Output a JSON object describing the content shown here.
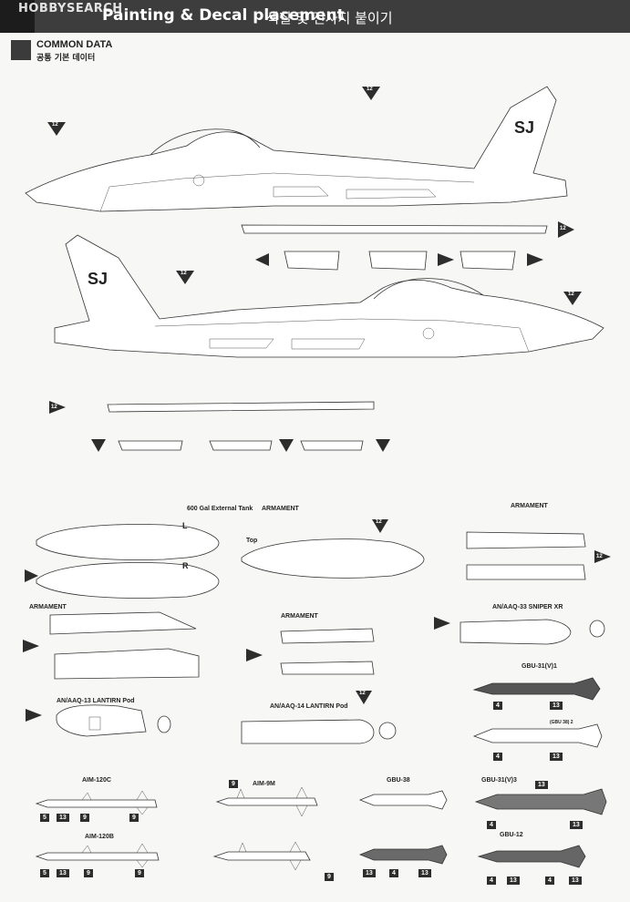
{
  "header": {
    "watermark": "HOBBYSEARCH",
    "title": "Painting & Decal placement",
    "title_korean": "색칠 및 전사지 붙이기"
  },
  "section": {
    "title": "COMMON DATA",
    "subtitle_korean": "공통 기본 데이터"
  },
  "labels": {
    "tank": "600 Gal External Tank",
    "armament_top": "ARMAMENT",
    "armament_right": "ARMAMENT",
    "top": "Top",
    "left_mark": "L",
    "right_mark": "R",
    "armament_left": "ARMAMENT",
    "armament_mid": "ARMAMENT",
    "sniper": "AN/AAQ-33 SNIPER XR",
    "lantirn13": "AN/AAQ-13 LANTIRN Pod",
    "lantirn14": "AN/AAQ-14 LANTIRN Pod",
    "gbu31v1": "GBU-31(V)1",
    "gbu38note": "(GBU 38) 2",
    "aim120c": "AIM-120C",
    "aim9m": "AIM-9M",
    "gbu38": "GBU-38",
    "gbu31v3": "GBU-31(V)3",
    "aim120b": "AIM-120B",
    "gbu12": "GBU-12",
    "sj_top": "SJ",
    "sj_bottom": "SJ"
  },
  "callouts": {
    "c12": "12",
    "c13": "13",
    "c9": "9",
    "c5": "5",
    "c4": "4"
  },
  "colors": {
    "header_bg": "#3d3d3d",
    "callout_fill": "#2d2d2d",
    "paper": "#f7f7f5"
  }
}
